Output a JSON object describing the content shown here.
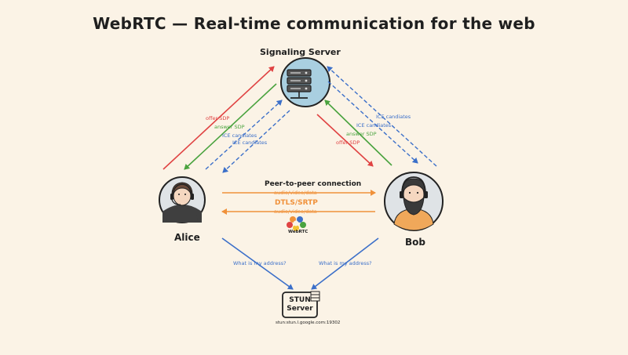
{
  "title": "WebRTC — Real-time communication for the web",
  "nodes": {
    "signaling": "Signaling Server",
    "alice": "Alice",
    "bob": "Bob",
    "stun_line1": "STUN",
    "stun_line2": "Server",
    "stun_address": "stun:stun.l.google.com:19302"
  },
  "p2p": {
    "heading": "Peer-to-peer connection",
    "top_label": "audio/video/data",
    "protocol": "DTLS/SRTP",
    "bottom_label": "audio/video/data",
    "logo_text": "WebRTC"
  },
  "left_signaling": {
    "offer": "offer SDP",
    "answer": "answer SDP",
    "ice1": "ICE candiates",
    "ice2": "ICE candiates"
  },
  "right_signaling": {
    "ice1": "ICE candiates",
    "ice2": "ICE candiates",
    "answer": "answer SDP",
    "offer": "offer SDP"
  },
  "stun_queries": {
    "left": "What is my address?",
    "right": "What is my address?"
  },
  "colors": {
    "offer": "#e04343",
    "answer": "#4aa33f",
    "ice": "#3b6fc9",
    "p2p": "#f0913a",
    "server_fill": "#a9cfe0"
  }
}
